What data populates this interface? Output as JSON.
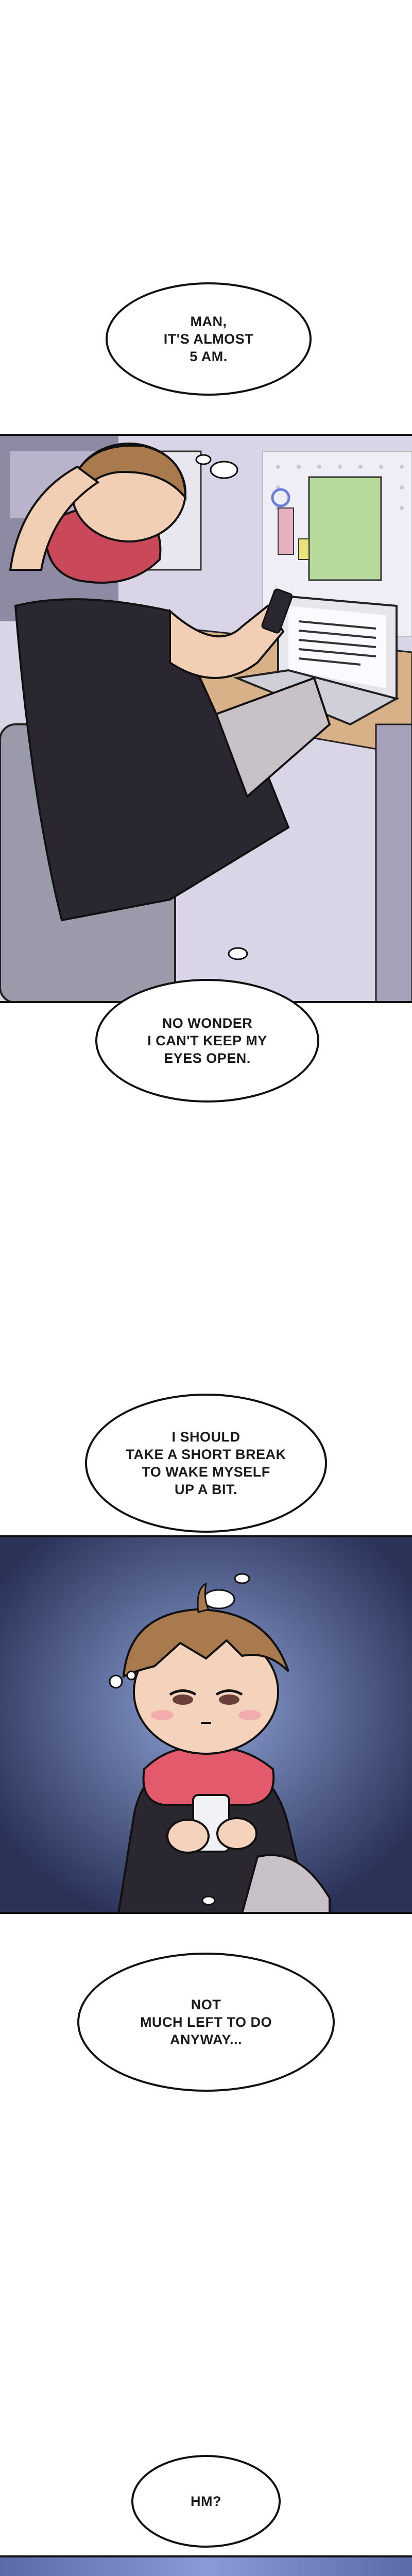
{
  "bubbles": [
    {
      "lines": [
        "MAN,",
        "IT'S ALMOST",
        "5 AM."
      ]
    },
    {
      "lines": [
        "NO WONDER",
        "I CAN'T KEEP MY",
        "EYES OPEN."
      ]
    },
    {
      "lines": [
        "I SHOULD",
        "TAKE A SHORT BREAK",
        "TO WAKE MYSELF",
        "UP A BIT."
      ]
    },
    {
      "lines": [
        "NOT",
        "MUCH LEFT TO DO",
        "ANYWAY..."
      ]
    },
    {
      "lines": [
        "HM?"
      ]
    }
  ],
  "colors": {
    "ink": "#111111",
    "scarf": "#c9485a",
    "hair": "#a97a4e",
    "night_bg": "#4a5a8a",
    "room_wall": "#d9d4e6"
  }
}
